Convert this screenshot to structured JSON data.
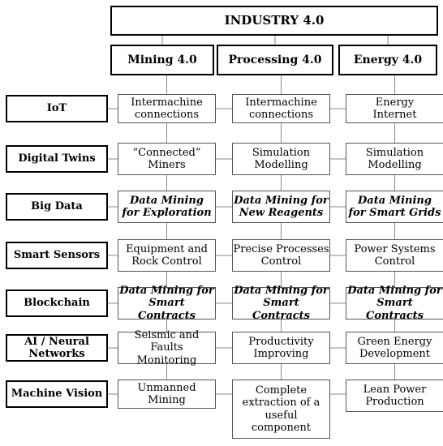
{
  "title": "INDUSTRY 4.0",
  "columns": [
    "Mining 4.0",
    "Processing 4.0",
    "Energy 4.0"
  ],
  "rows": [
    {
      "label": "IoT",
      "cells": [
        {
          "text": "Intermachine\nconnections",
          "italic": false
        },
        {
          "text": "Intermachine\nconnections",
          "italic": false
        },
        {
          "text": "Energy\nInternet",
          "italic": false
        }
      ]
    },
    {
      "label": "Digital Twins",
      "cells": [
        {
          "text": "“Connected”\nMiners",
          "italic": false
        },
        {
          "text": "Simulation\nModelling",
          "italic": false
        },
        {
          "text": "Simulation\nModelling",
          "italic": false
        }
      ]
    },
    {
      "label": "Big Data",
      "cells": [
        {
          "text": "Data Mining\nfor Exploration",
          "italic": true
        },
        {
          "text": "Data Mining for\nNew Reagents",
          "italic": true
        },
        {
          "text": "Data Mining\nfor Smart Grids",
          "italic": true
        }
      ]
    },
    {
      "label": "Smart Sensors",
      "cells": [
        {
          "text": "Equipment and\nRock Control",
          "italic": false
        },
        {
          "text": "Precise Processes\nControl",
          "italic": false
        },
        {
          "text": "Power Systems\nControl",
          "italic": false
        }
      ]
    },
    {
      "label": "Blockchain",
      "cells": [
        {
          "text": "Data Mining for\nSmart Contracts",
          "italic": true
        },
        {
          "text": "Data Mining for\nSmart Contracts",
          "italic": true
        },
        {
          "text": "Data Mining for\nSmart Contracts",
          "italic": true
        }
      ]
    },
    {
      "label": "AI / Neural\nNetworks",
      "cells": [
        {
          "text": "Seismic and Faults\nMonitoring",
          "italic": false
        },
        {
          "text": "Productivity\nImproving",
          "italic": false
        },
        {
          "text": "Green Energy\nDevelopment",
          "italic": false
        }
      ]
    },
    {
      "label": "Machine Vision",
      "cells": [
        {
          "text": "Unmanned\nMining",
          "italic": false
        },
        {
          "text": "Complete\nextraction of a\nuseful\ncomponent",
          "italic": false
        },
        {
          "text": "Lean Power\nProduction",
          "italic": false
        }
      ]
    }
  ]
}
